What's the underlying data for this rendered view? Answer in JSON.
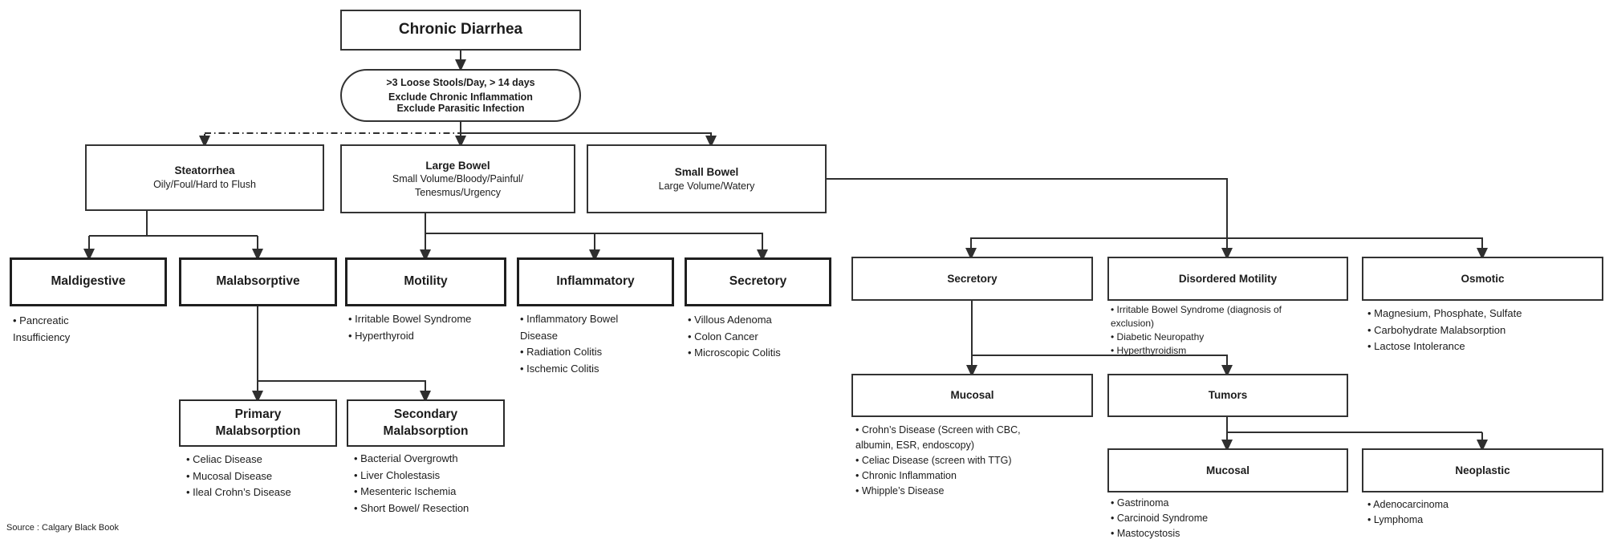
{
  "root": {
    "label": "Chronic Diarrhea"
  },
  "criteria": {
    "lines": [
      ">3 Loose Stools/Day, > 14 days",
      "Exclude Chronic Inflammation",
      "Exclude Parasitic Infection"
    ]
  },
  "nodes": {
    "steatorrhea": {
      "label": "Steatorrhea",
      "desc": [
        "Oily/Foul/Hard to Flush"
      ]
    },
    "large_bowel": {
      "label": "Large Bowel",
      "desc": [
        "Small Volume/Bloody/Painful/",
        "Tenesmus/Urgency"
      ]
    },
    "small_bowel": {
      "label": "Small Bowel",
      "desc": [
        "Large Volume/Watery"
      ]
    },
    "maldigestive": {
      "label": "Maldigestive",
      "items": [
        "• Pancreatic Insufficiency"
      ]
    },
    "malabsorptive": {
      "label": "Malabsorptive"
    },
    "motility": {
      "label": "Motility",
      "items": [
        "• Irritable Bowel Syndrome",
        "• Hyperthyroid"
      ]
    },
    "inflammatory": {
      "label": "Inflammatory",
      "items": [
        "• Inflammatory Bowel Disease",
        "• Radiation Colitis",
        "• Ischemic Colitis"
      ]
    },
    "secretory_large_bowel": {
      "label": "Secretory",
      "items": [
        "• Villous Adenoma",
        "• Colon Cancer",
        "• Microscopic Colitis"
      ]
    },
    "primary_malabsorption": {
      "label_lines": [
        "Primary",
        "Malabsorption"
      ],
      "items": [
        "• Celiac Disease",
        "• Mucosal Disease",
        "• Ileal Crohn’s Disease"
      ]
    },
    "secondary_malabsorption": {
      "label_lines": [
        "Secondary",
        "Malabsorption"
      ],
      "items": [
        "• Bacterial Overgrowth",
        "• Liver Cholestasis",
        "• Mesenteric Ischemia",
        "• Short Bowel/ Resection"
      ]
    },
    "secretory_small_bowel": {
      "label": "Secretory"
    },
    "disordered_motility": {
      "label": "Disordered Motility",
      "items": [
        "• Irritable Bowel Syndrome (diagnosis of exclusion)",
        "• Diabetic Neuropathy",
        "• Hyperthyroidism"
      ]
    },
    "osmotic": {
      "label": "Osmotic",
      "items": [
        "• Magnesium, Phosphate, Sulfate",
        "• Carbohydrate Malabsorption",
        "• Lactose Intolerance"
      ]
    },
    "mucosal_secretory": {
      "label": "Mucosal",
      "items": [
        "• Crohn’s Disease (Screen with CBC, albumin, ESR, endoscopy)",
        "• Celiac Disease (screen with TTG)",
        "• Chronic Inflammation",
        "• Whipple’s Disease"
      ]
    },
    "tumors": {
      "label": "Tumors"
    },
    "mucosal_tumors": {
      "label": "Mucosal",
      "items": [
        "• Gastrinoma",
        "• Carcinoid Syndrome",
        "• Mastocystosis"
      ]
    },
    "neoplastic": {
      "label": "Neoplastic",
      "items": [
        "• Adenocarcinoma",
        "• Lymphoma"
      ]
    }
  },
  "footer": {
    "source": "Source : Calgary Black Book"
  },
  "colors": {
    "line": "#2f2f2f",
    "border": "#333333",
    "text": "#1c1c1c"
  }
}
